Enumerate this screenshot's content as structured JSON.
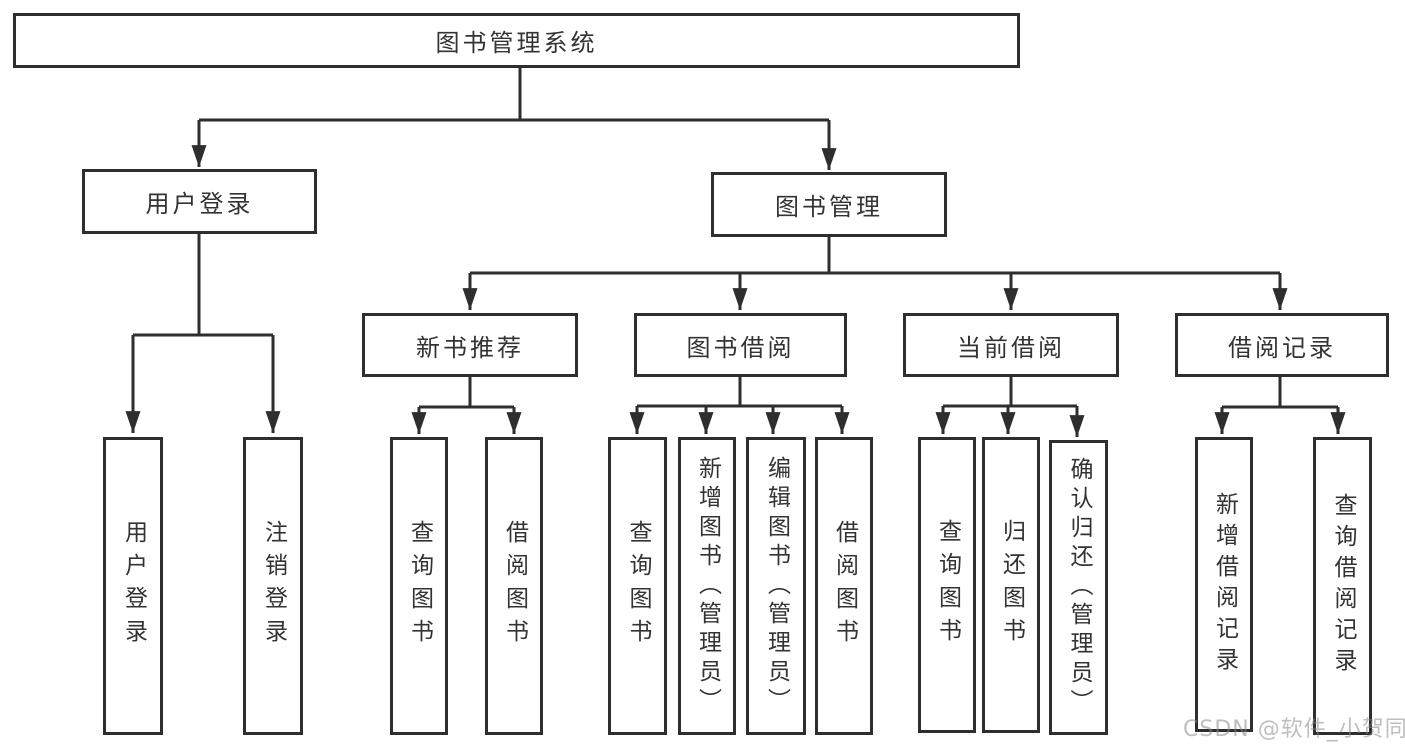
{
  "diagram": {
    "root": "图书管理系统",
    "branches": {
      "user_login": {
        "label": "用户登录",
        "children": [
          "用户登录",
          "注销登录"
        ]
      },
      "book_management": {
        "label": "图书管理",
        "sections": {
          "new_books": {
            "label": "新书推荐",
            "children": [
              "查询图书",
              "借阅图书"
            ]
          },
          "book_borrow": {
            "label": "图书借阅",
            "children": [
              "查询图书",
              "新增图书（管理员）",
              "编辑图书（管理员）",
              "借阅图书"
            ]
          },
          "current_borrow": {
            "label": "当前借阅",
            "children": [
              "查询图书",
              "归还图书",
              "确认归还（管理员）"
            ]
          },
          "borrow_records": {
            "label": "借阅记录",
            "children": [
              "新增借阅记录",
              "查询借阅记录"
            ]
          }
        }
      }
    },
    "watermark": "CSDN @软件_小贺同学",
    "colors": {
      "line": "#333333",
      "box_border": "#2e2e2e",
      "text": "#333333",
      "watermark": "#8a8a8a",
      "background": "#ffffff"
    }
  }
}
